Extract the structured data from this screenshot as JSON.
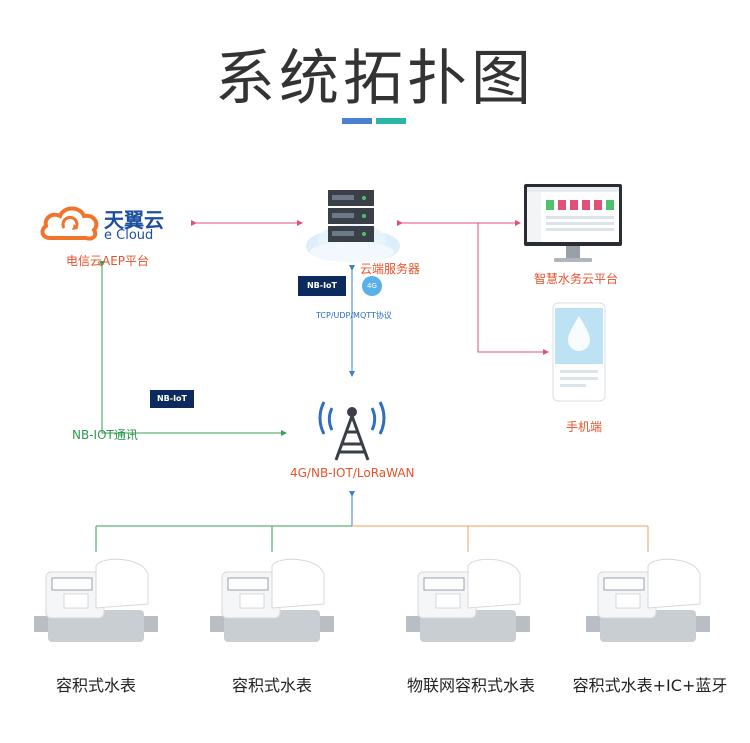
{
  "title": "系统拓扑图",
  "colors": {
    "accent_left": "#4a7fd4",
    "accent_right": "#2ab5a6",
    "link_pink": "#e2507a",
    "link_green": "#3aa056",
    "link_blue": "#3a7fd0",
    "link_orange": "#f0a060"
  },
  "nodes": {
    "tianyi": {
      "brand_cn": "天翼云",
      "brand_en": "e Cloud",
      "label": "电信云AEP平台"
    },
    "server": {
      "label": "云端服务器",
      "protocol": "TCP/UDP/MQTT协议",
      "nbiot_badge": "NB-IoT",
      "lte_badge": "4G"
    },
    "platform": {
      "label": "智慧水务云平台"
    },
    "phone": {
      "label": "手机端"
    },
    "nbiot": {
      "label": "NB-IOT通讯",
      "badge": "NB-IoT"
    },
    "tower": {
      "label": "4G/NB-IOT/LoRaWAN"
    }
  },
  "meters": [
    {
      "label": "容积式水表"
    },
    {
      "label": "容积式水表"
    },
    {
      "label": "物联网容积式水表"
    },
    {
      "label": "容积式水表+IC+蓝牙"
    }
  ]
}
